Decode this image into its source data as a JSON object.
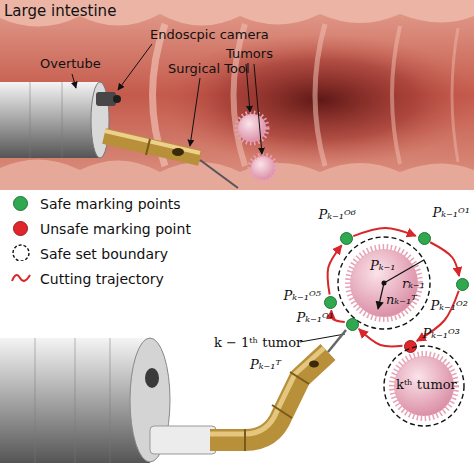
{
  "diagram": {
    "nodes": [
      {
        "text": [
          "Pₖ₋₁ᴼ⁶"
        ]
      },
      {
        "text": [
          "Pₖ₋₁ᴼ¹"
        ]
      },
      {
        "text": [
          "Pₖ₋₁ᴼ²"
        ]
      },
      {
        "text": [
          "Pₖ₋₁",
          "rₖ₋₁",
          "nₖ₋₁ᵀ"
        ]
      },
      {
        "text": [
          "Pₖ₋₁ᴼ⁵"
        ]
      },
      {
        "text": [
          "Pₖ₋₁ᴼ³"
        ]
      },
      {
        "text": [
          "Pₖ₋₁ᴼ¹"
        ]
      },
      {
        "text": [
          "kᵗʰ tumor"
        ]
      }
    ],
    "edges": [
      {
        "from": 6,
        "to": 4,
        "arrow": "to"
      },
      {
        "from": 4,
        "to": 0,
        "arrow": "to"
      },
      {
        "from": 0,
        "to": 1,
        "arrow": "to"
      },
      {
        "from": 1,
        "to": 2,
        "arrow": "to"
      },
      {
        "from": 2,
        "to": 5,
        "arrow": "to"
      },
      {
        "from": 5,
        "to": 6,
        "arrow": "to"
      }
    ],
    "labels": [
      "Large intestine",
      "Overtube",
      "Endoscpic camera",
      "Surgical Tool",
      "Tumors",
      "k − 1ᵗʰ tumor",
      "Pₖ₋₁ᵀ"
    ],
    "legend": [
      {
        "text": "Safe marking points",
        "color": "#2fa84f"
      },
      {
        "text": "Unsafe marking point",
        "color": "#e0262b"
      },
      {
        "text": "Safe set boundary"
      },
      {
        "text": "Cutting trajectory"
      }
    ]
  }
}
